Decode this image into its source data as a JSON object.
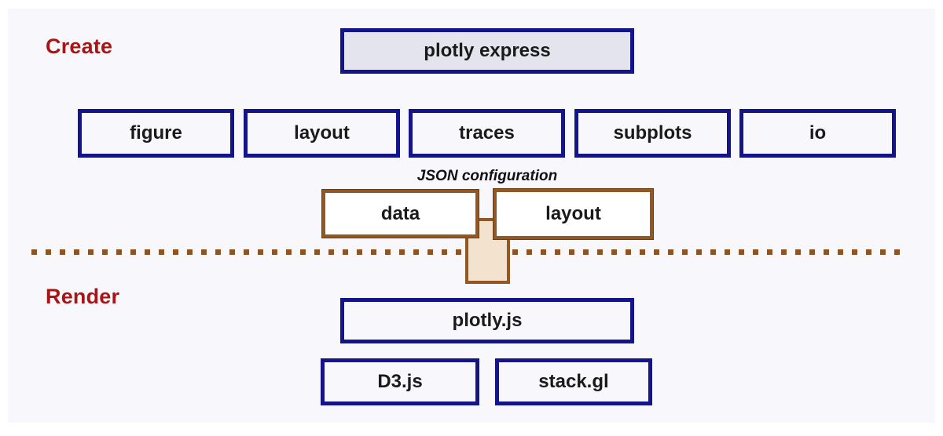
{
  "sections": {
    "create_label": "Create",
    "render_label": "Render"
  },
  "create": {
    "plotly_express": "plotly express",
    "api_modules": [
      "figure",
      "layout",
      "traces",
      "subplots",
      "io"
    ],
    "json_config_caption": "JSON configuration",
    "config_boxes": {
      "data": "data",
      "layout": "layout"
    }
  },
  "render": {
    "plotly_js": "plotly.js",
    "libraries": [
      "D3.js",
      "stack.gl"
    ]
  },
  "colors": {
    "navy_border": "#13138a",
    "brown_border": "#935722",
    "tan_connector_fill": "#f3e2cd",
    "express_box_fill": "#e4e4ee",
    "panel_background": "#f8f8fc",
    "section_label_red": "#aa1414",
    "divider_brown": "#8d5524",
    "text": "#1a1a1a"
  }
}
